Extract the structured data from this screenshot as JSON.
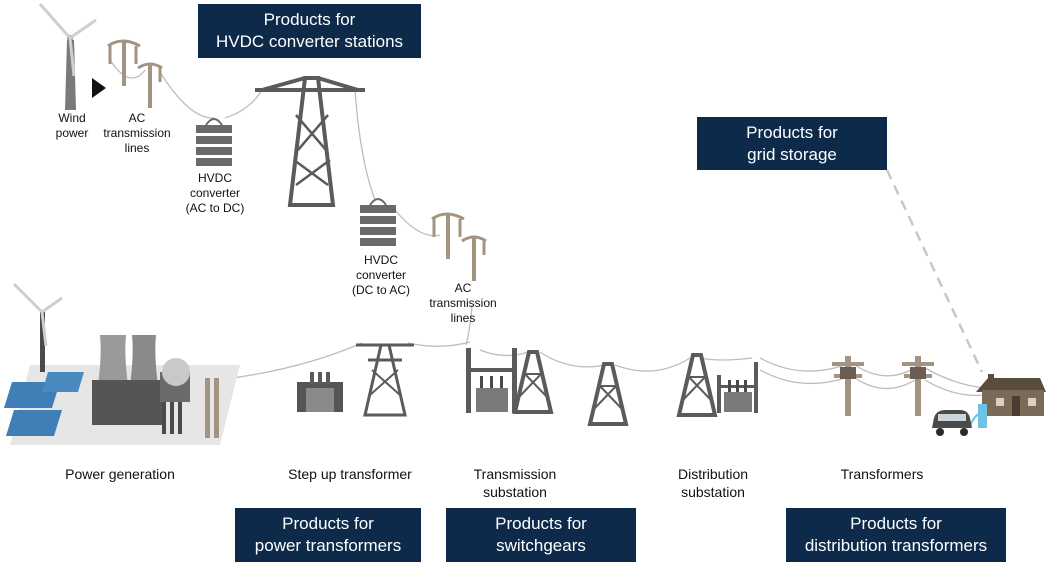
{
  "boxes": {
    "hvdc_converter_stations": "Products for\nHVDC converter stations",
    "grid_storage": "Products for\ngrid storage",
    "power_transformers": "Products for\npower transformers",
    "switchgears": "Products for\nswitchgears",
    "distribution_transformers": "Products for\ndistribution transformers"
  },
  "labels": {
    "wind_power": "Wind\npower",
    "ac_lines_top": "AC\ntransmission\nlines",
    "hvdc_ac_to_dc": "HVDC\nconverter\n(AC to DC)",
    "hvdc_dc_to_ac": "HVDC\nconverter\n(DC to AC)",
    "ac_lines_mid": "AC\ntransmission\nlines"
  },
  "stages": {
    "power_generation": "Power generation",
    "step_up_transformer": "Step up transformer",
    "transmission_substation": "Transmission\nsubstation",
    "distribution_substation": "Distribution\nsubstation",
    "transformers": "Transformers"
  },
  "colors": {
    "box": "#0d2a4a",
    "tower": "#5b5b5b",
    "pole": "#a39482",
    "solar": "#3f7fb5",
    "house": "#7a6a58",
    "wire": "#bdbdbd",
    "charger": "#6cc3e6"
  }
}
